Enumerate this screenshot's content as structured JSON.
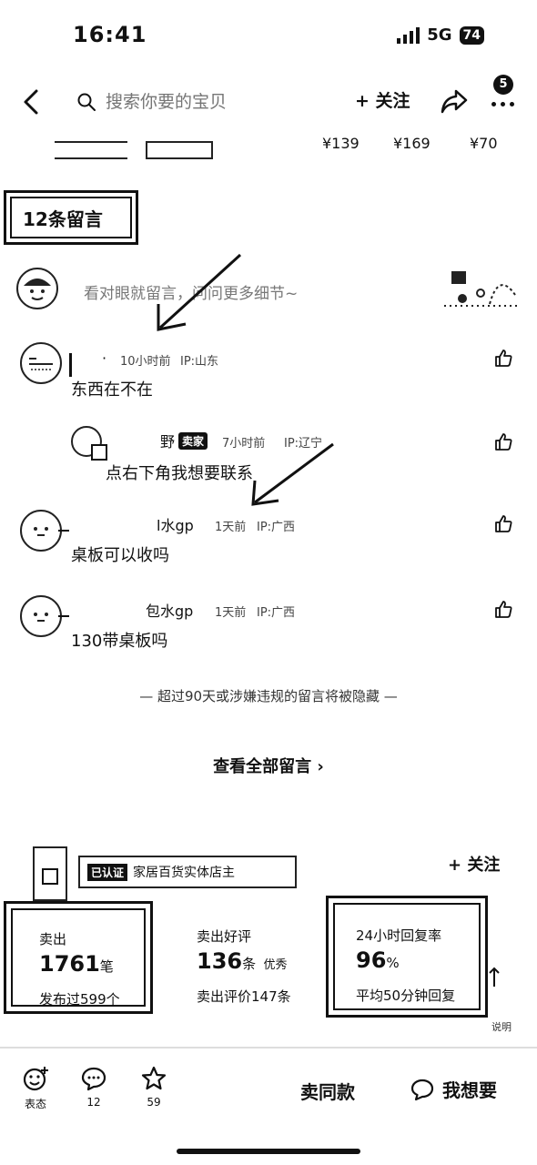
{
  "status_bar": {
    "time": "16:41",
    "network": "5G",
    "battery": "74"
  },
  "header": {
    "search_placeholder": "搜索你要的宝贝",
    "follow_label": "+ 关注",
    "more_badge": "5"
  },
  "prices": [
    "¥139",
    "¥169",
    "¥70"
  ],
  "comments_section": {
    "count_label": "12条留言",
    "prompt": "看对眼就留言，问问更多细节~",
    "items": [
      {
        "name": "·",
        "time": "10小时前",
        "ip": "IP:山东",
        "text": "东西在不在"
      },
      {
        "name": "野",
        "tag": "卖家",
        "time": "7小时前",
        "ip": "IP:辽宁",
        "text": "点右下角我想要联系"
      },
      {
        "name": "l水gp",
        "time": "1天前",
        "ip": "IP:广西",
        "text": "桌板可以收吗"
      },
      {
        "name": "包水gp",
        "time": "1天前",
        "ip": "IP:广西",
        "text": "130带桌板吗"
      }
    ],
    "notice": "— 超过90天或涉嫌违规的留言将被隐藏 —",
    "view_all": "查看全部留言 ›"
  },
  "shop": {
    "tag": "已认证",
    "title": "家居百货实体店主",
    "follow_label": "+ 关注",
    "stats": [
      {
        "label": "卖出",
        "value": "1761",
        "unit": "笔",
        "sub": "发布过599个"
      },
      {
        "label": "卖出好评",
        "value": "136",
        "unit": "条",
        "extra": "优秀",
        "sub": "卖出评价147条"
      },
      {
        "label": "24小时回复率",
        "value": "96",
        "unit": "%",
        "sub": "平均50分钟回复"
      }
    ],
    "explain": "说明"
  },
  "bottom_bar": {
    "react_label": "表态",
    "comment_count": "12",
    "fav_count": "59",
    "sell_same": "卖同款",
    "want": "我想要"
  }
}
